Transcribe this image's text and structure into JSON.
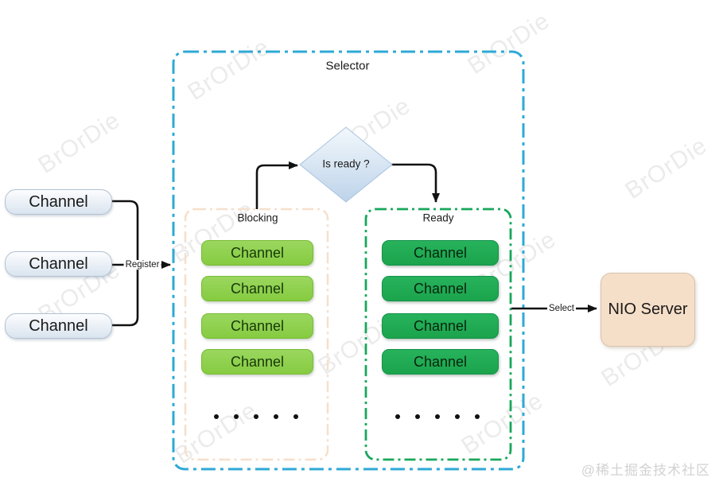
{
  "watermark": {
    "text": "BrOrDie"
  },
  "credit": "@稀土掘金技术社区",
  "selector": {
    "title": "Selector"
  },
  "decision": {
    "label": "Is ready ?"
  },
  "left_channels": [
    "Channel",
    "Channel",
    "Channel"
  ],
  "blocking": {
    "title": "Blocking",
    "channels": [
      "Channel",
      "Channel",
      "Channel",
      "Channel"
    ]
  },
  "ready": {
    "title": "Ready",
    "channels": [
      "Channel",
      "Channel",
      "Channel",
      "Channel"
    ]
  },
  "arrows": {
    "register": "Register",
    "select": "Select"
  },
  "server": {
    "label": "NIO Server"
  },
  "colors": {
    "selector_border": "#2ea9d6",
    "blocking_border": "#f6dfcb",
    "ready_border": "#17a75b",
    "blocking_channel_fill": "#8fd04f",
    "ready_channel_fill": "#1fac53",
    "server_fill": "#f6dfc9",
    "diamond_fill": "#c3d7eb",
    "arrow_color": "#111111"
  }
}
